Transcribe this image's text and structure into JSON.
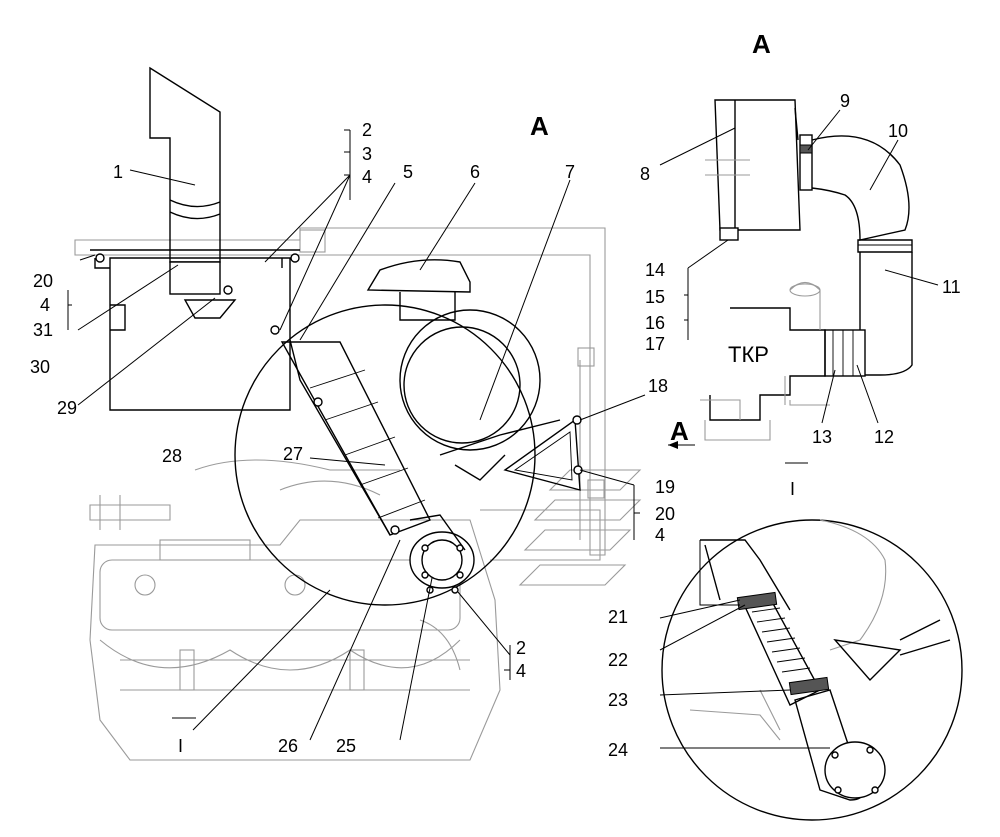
{
  "title": "",
  "view_labels": {
    "view_a_main": "A",
    "view_a_detail": "A",
    "section_a": "A",
    "detail_i_top": "I",
    "detail_i_bottom": "I"
  },
  "component_text": {
    "turbocharger": "ТКР"
  },
  "callouts": [
    {
      "id": "c1",
      "text": "1"
    },
    {
      "id": "c2",
      "text": "2"
    },
    {
      "id": "c3",
      "text": "3"
    },
    {
      "id": "c4",
      "text": "4"
    },
    {
      "id": "c5",
      "text": "5"
    },
    {
      "id": "c6",
      "text": "6"
    },
    {
      "id": "c7",
      "text": "7"
    },
    {
      "id": "c8",
      "text": "8"
    },
    {
      "id": "c9",
      "text": "9"
    },
    {
      "id": "c10",
      "text": "10"
    },
    {
      "id": "c11",
      "text": "11"
    },
    {
      "id": "c12",
      "text": "12"
    },
    {
      "id": "c13",
      "text": "13"
    },
    {
      "id": "c14",
      "text": "14"
    },
    {
      "id": "c15",
      "text": "15"
    },
    {
      "id": "c16",
      "text": "16"
    },
    {
      "id": "c17",
      "text": "17"
    },
    {
      "id": "c18",
      "text": "18"
    },
    {
      "id": "c19",
      "text": "19"
    },
    {
      "id": "c20b",
      "text": "20"
    },
    {
      "id": "c4b",
      "text": "4"
    },
    {
      "id": "c2b",
      "text": "2"
    },
    {
      "id": "c4c",
      "text": "4"
    },
    {
      "id": "c20",
      "text": "20"
    },
    {
      "id": "c4d",
      "text": "4"
    },
    {
      "id": "c31",
      "text": "31"
    },
    {
      "id": "c30",
      "text": "30"
    },
    {
      "id": "c29",
      "text": "29"
    },
    {
      "id": "c28",
      "text": "28"
    },
    {
      "id": "c27",
      "text": "27"
    },
    {
      "id": "c26",
      "text": "26"
    },
    {
      "id": "c25",
      "text": "25"
    },
    {
      "id": "c21",
      "text": "21"
    },
    {
      "id": "c22",
      "text": "22"
    },
    {
      "id": "c23",
      "text": "23"
    },
    {
      "id": "c24",
      "text": "24"
    }
  ]
}
